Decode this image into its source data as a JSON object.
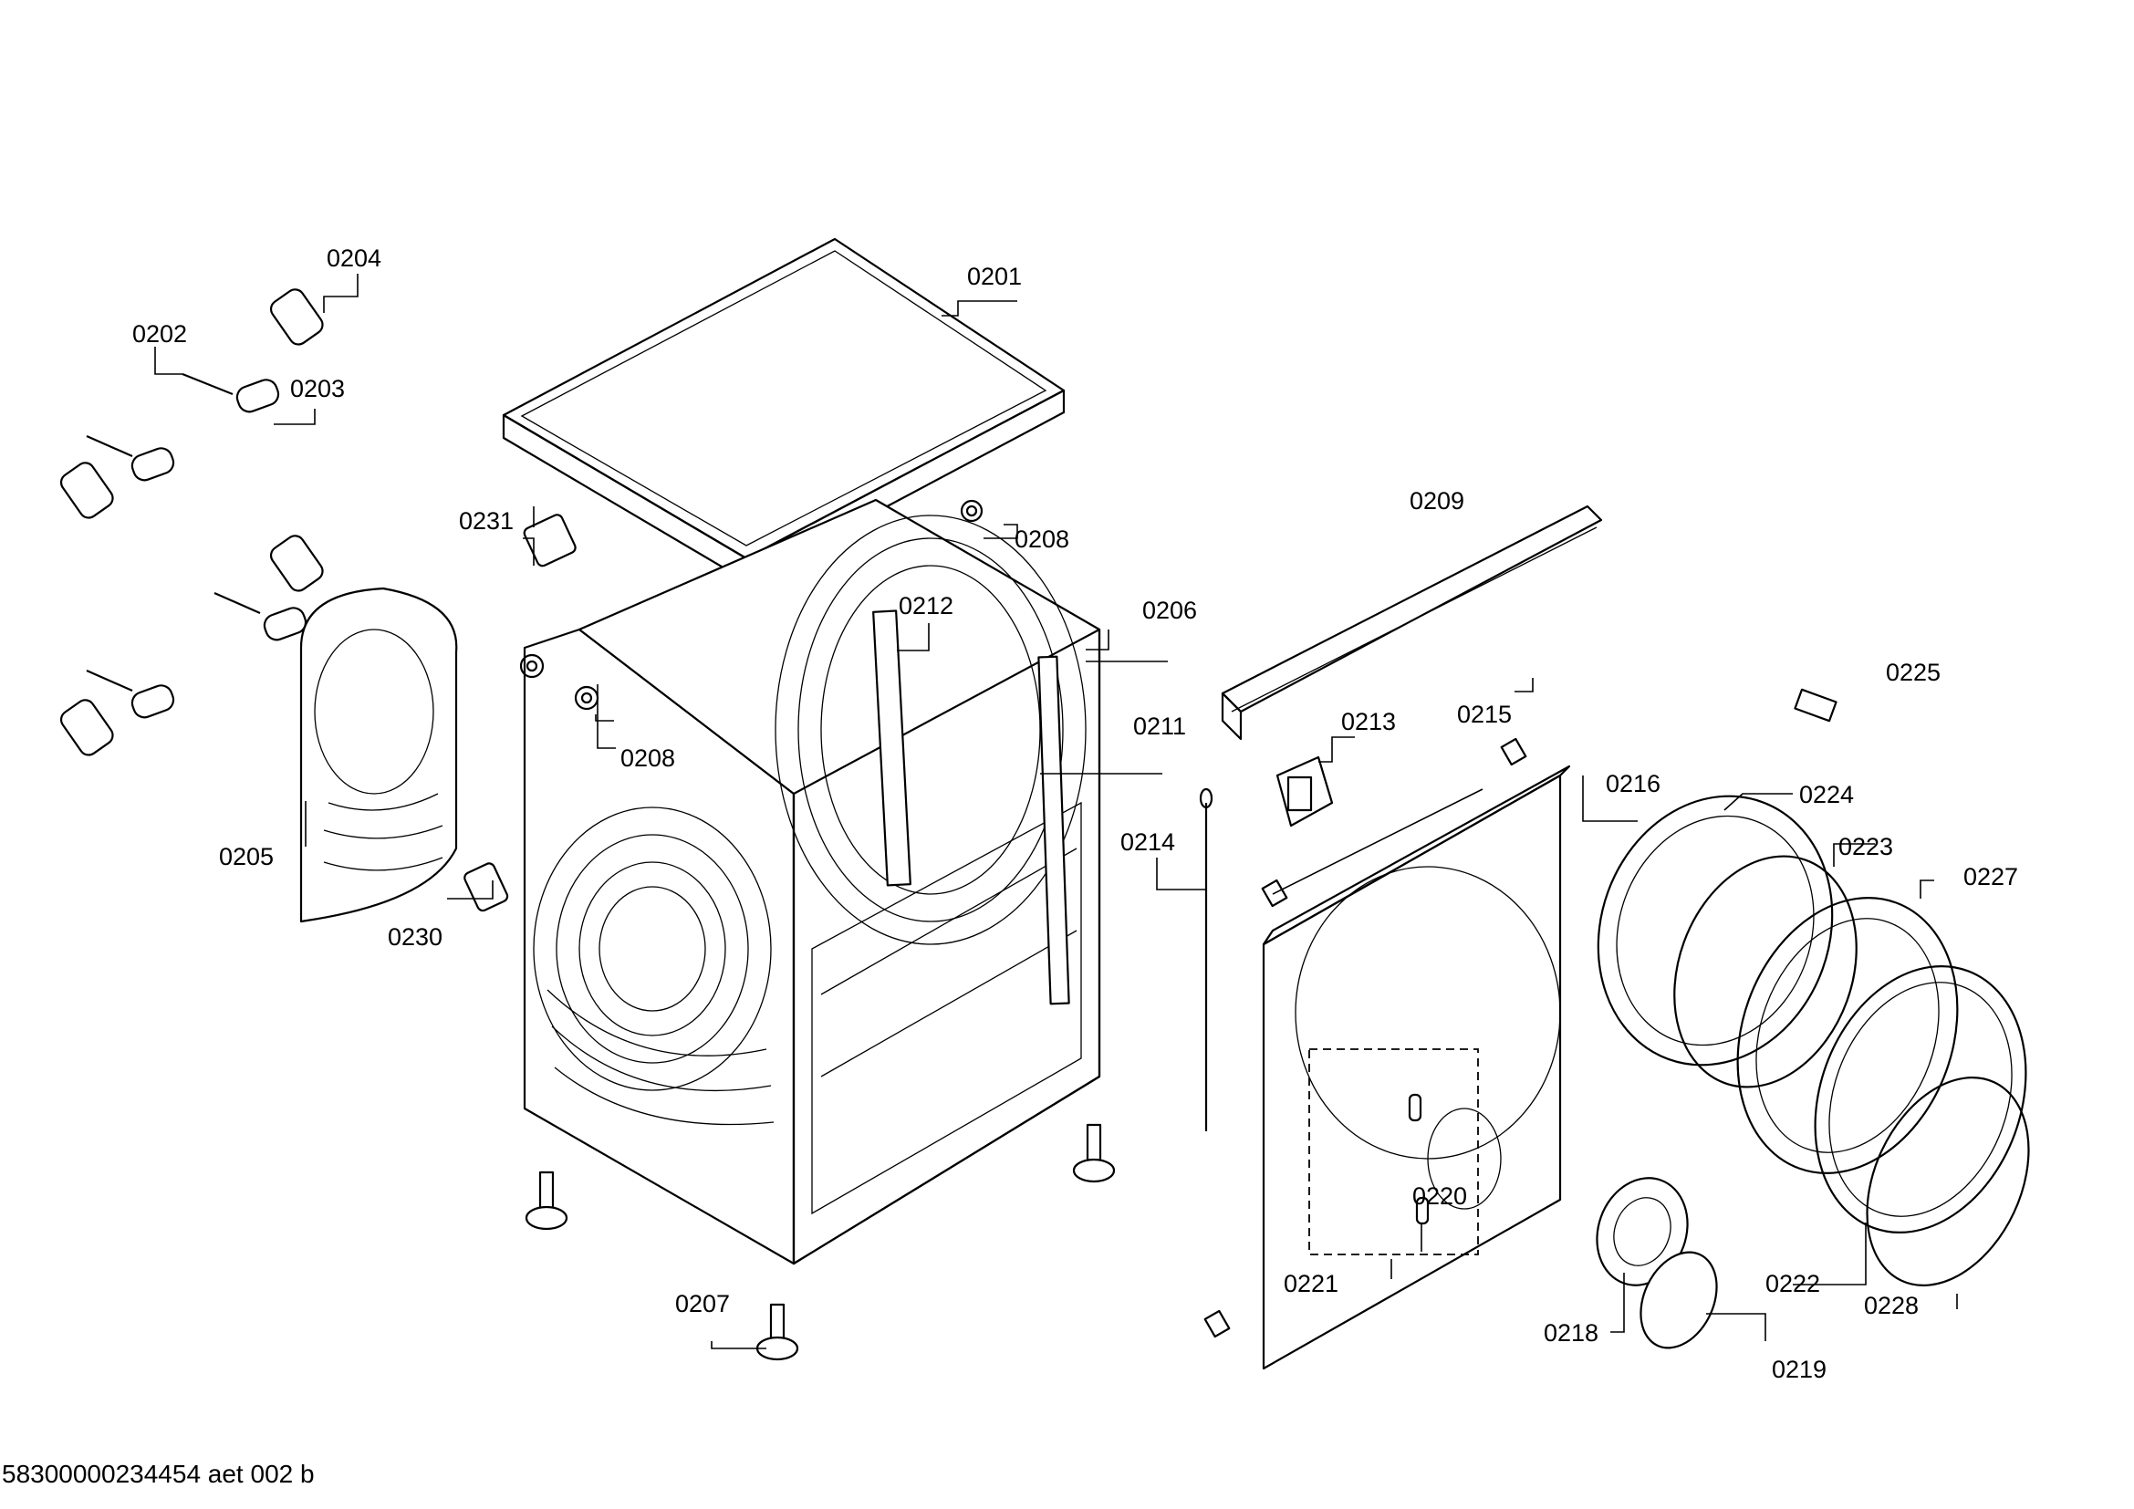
{
  "diagram": {
    "labels": {
      "p0201": "0201",
      "p0202": "0202",
      "p0203": "0203",
      "p0204": "0204",
      "p0205": "0205",
      "p0206": "0206",
      "p0207": "0207",
      "p0208a": "0208",
      "p0208b": "0208",
      "p0209": "0209",
      "p0211": "0211",
      "p0212": "0212",
      "p0213": "0213",
      "p0214": "0214",
      "p0215": "0215",
      "p0216": "0216",
      "p0218": "0218",
      "p0219": "0219",
      "p0220": "0220",
      "p0221": "0221",
      "p0222": "0222",
      "p0223": "0223",
      "p0224": "0224",
      "p0225": "0225",
      "p0227": "0227",
      "p0228": "0228",
      "p0230": "0230",
      "p0231": "0231"
    },
    "footer_code": "58300000234454 aet 002 b"
  }
}
